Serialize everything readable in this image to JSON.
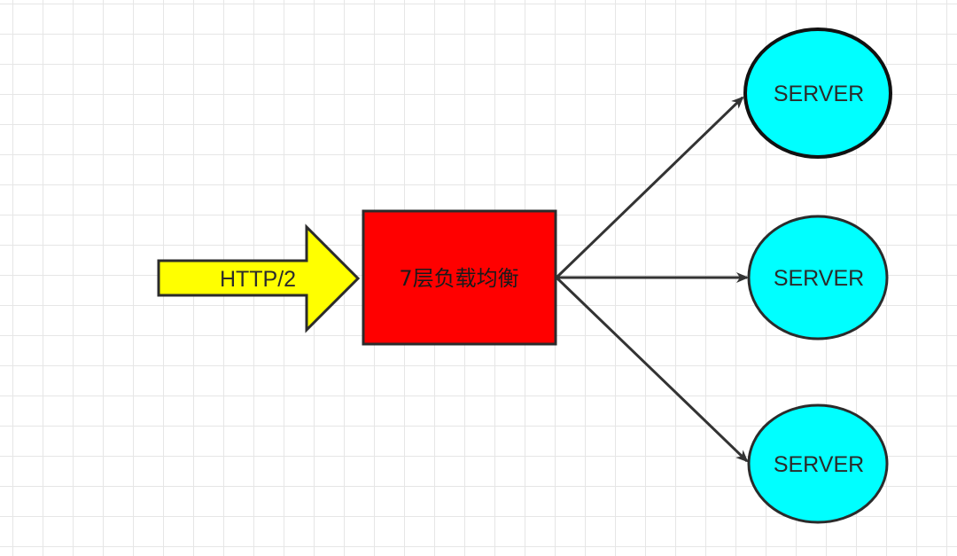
{
  "input_arrow": {
    "label": "HTTP/2",
    "fill": "#ffff00"
  },
  "load_balancer": {
    "label": "7层负载均衡",
    "fill": "#ff0000"
  },
  "servers": [
    {
      "label": "SERVER"
    },
    {
      "label": "SERVER"
    },
    {
      "label": "SERVER"
    }
  ],
  "server_fill": "#00ffff",
  "connector_color": "#333333"
}
